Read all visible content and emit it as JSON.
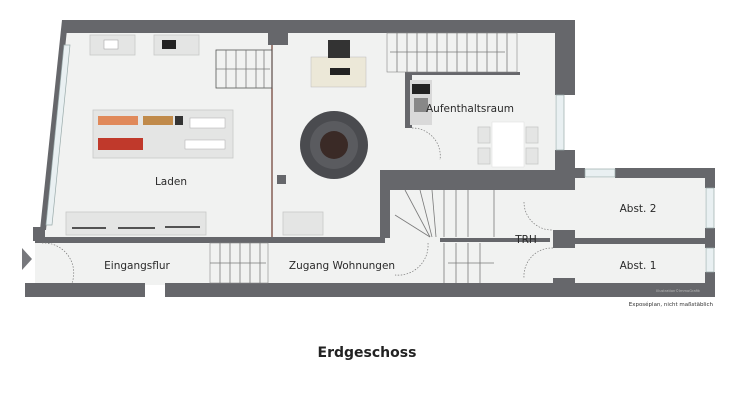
{
  "plan": {
    "title": "Erdgeschoss",
    "note": "Exposéplan, nicht maßstäblich",
    "watermark": "Illustration©ImmoGrafik",
    "rooms": {
      "laden": "Laden",
      "aufenthaltsraum": "Aufenthaltsraum",
      "eingangsflur": "Eingangsflur",
      "zugang": "Zugang Wohnungen",
      "trh": "TRH",
      "abst2": "Abst. 2",
      "abst1": "Abst. 1"
    },
    "colors": {
      "wall": "#66676b",
      "floor": "#f1f2f1",
      "accent_divider": "#6b3a2e"
    },
    "icons": {
      "entrance": "entrance-arrow-icon"
    }
  }
}
